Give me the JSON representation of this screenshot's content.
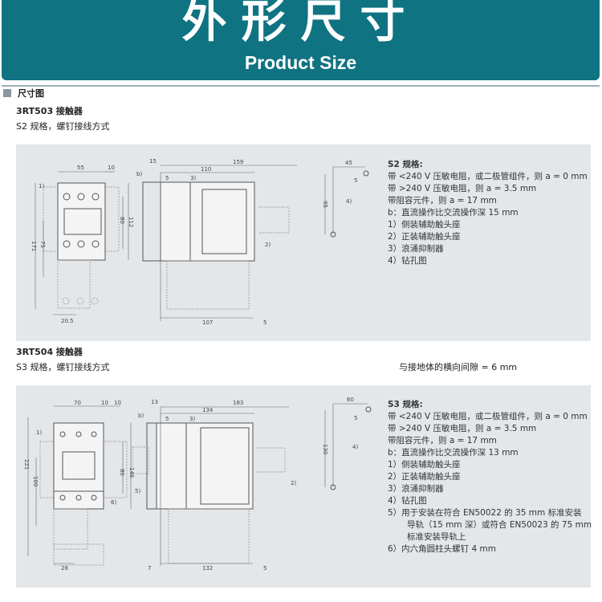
{
  "header": {
    "title_zh": "外形尺寸",
    "title_en": "Product Size"
  },
  "section": {
    "title": "尺寸图"
  },
  "s2": {
    "model": "3RT503 接触器",
    "subtitle": "S2 规格，螺钉接线方式",
    "dims": {
      "w55": "55",
      "w10": "10",
      "h171": "171",
      "h75": "75",
      "h80": "80",
      "h112": "112",
      "w20_5": "20.5",
      "b15": "15",
      "b_label": "b)",
      "s5": "5",
      "n3": "3)",
      "w110": "110",
      "w159": "159",
      "w107": "107",
      "r5": "5",
      "n2": "2)",
      "n1": "1)",
      "w45": "45",
      "d5": "5",
      "h95": "95",
      "n4": "4)"
    },
    "notes": {
      "title": "S2 规格:",
      "lines": [
        "带 <240 V 压敏电阻，或二极管组件，则 a = 0 mm",
        "带 >240 V 压敏电阻，则 a = 3.5 mm",
        "带阻容元件，则 a = 17 mm",
        "b：直流操作比交流操作深 15 mm",
        "1）侧装辅助触头座",
        "2）正装辅助触头座",
        "3）浪涌抑制器",
        "4）钻孔图"
      ]
    }
  },
  "s3": {
    "model": "3RT504 接触器",
    "subtitle": "S3 规格，螺钉接线方式",
    "clearance": "与接地体的横向间隙 = 6 mm",
    "dims": {
      "w70": "70",
      "w10a": "10",
      "w10b": "10",
      "h221": "221",
      "h100": "100",
      "h80": "80",
      "h146": "146",
      "w28": "28",
      "n1": "1)",
      "n6": "6)",
      "b13": "13",
      "b_label": "b)",
      "s5": "5",
      "n3": "3)",
      "w134": "134",
      "w183": "183",
      "w132": "132",
      "w7": "7",
      "r5": "5",
      "n5": "5)",
      "n2": "2)",
      "w60": "60",
      "d5": "5",
      "h130": "130",
      "n4": "4)"
    },
    "notes": {
      "title": "S3 规格:",
      "lines": [
        "带 <240 V 压敏电阻，或二极管组件，则 a = 0 mm",
        "带 >240 V 压敏电阻，则 a = 3.5 mm",
        "带阻容元件，则 a = 17 mm",
        "b：直流操作比交流操作深 13 mm",
        "1）侧装辅助触头座",
        "2）正装辅助触头座",
        "3）浪涌抑制器",
        "4）钻孔图",
        "5）用于安装在符合 EN50022 的 35 mm 标准安装",
        "导轨（15 mm 深）或符合 EN50023 的 75 mm",
        "标准安装导轨上",
        "6）内六角圆柱头螺钉 4 mm"
      ]
    }
  }
}
